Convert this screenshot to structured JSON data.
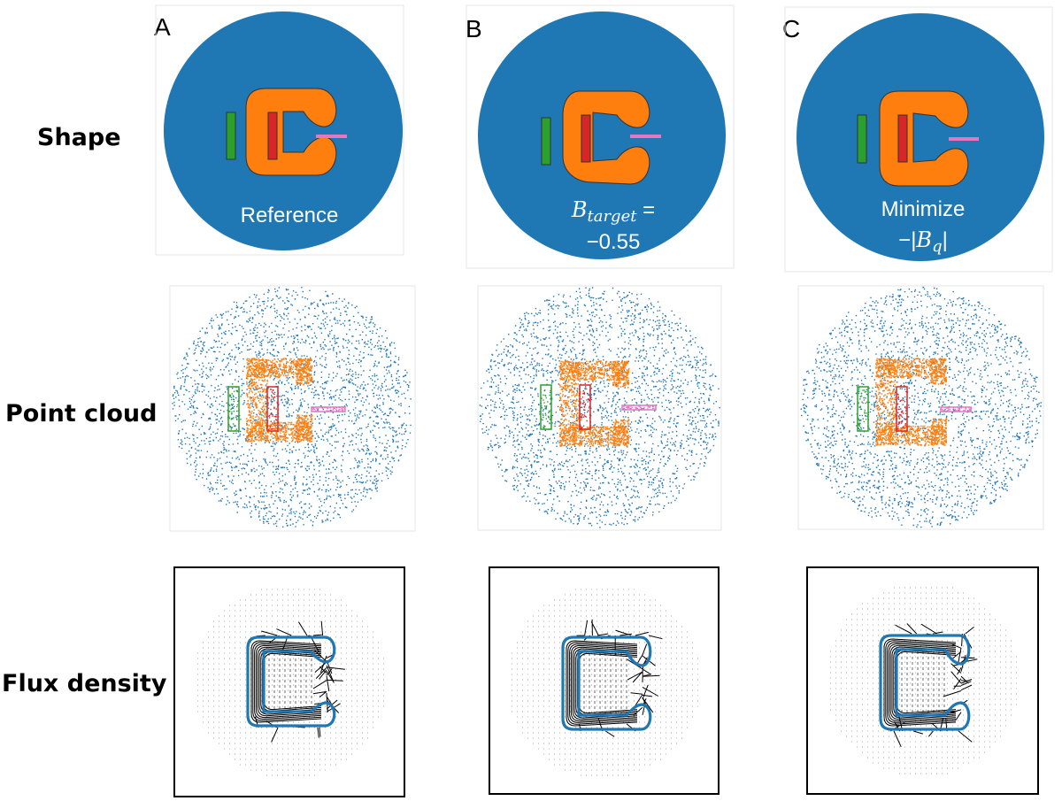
{
  "row_labels": {
    "shape": "Shape",
    "point_cloud": "Point cloud",
    "flux_density": "Flux density"
  },
  "columns": [
    {
      "letter": "A",
      "caption": {
        "line1": "Reference"
      }
    },
    {
      "letter": "B",
      "caption": {
        "b": "B",
        "sub": "target",
        "eq": " =",
        "line2": "−0.55"
      }
    },
    {
      "letter": "C",
      "caption": {
        "line1": "Minimize",
        "pre": "−|",
        "b": "B",
        "sub": "q",
        "post": "|"
      }
    }
  ],
  "colors": {
    "domain": "#1f77b4",
    "iron": "#ff7f0e",
    "coil_left": "#2ca02c",
    "coil_right": "#d62728",
    "sensor": "#e377c2",
    "flux_outline": "#1f77b4",
    "flux_arrows": "#000000"
  },
  "icons": {
    "letters": "panel-letter",
    "shapes": "c-core-geometry"
  }
}
